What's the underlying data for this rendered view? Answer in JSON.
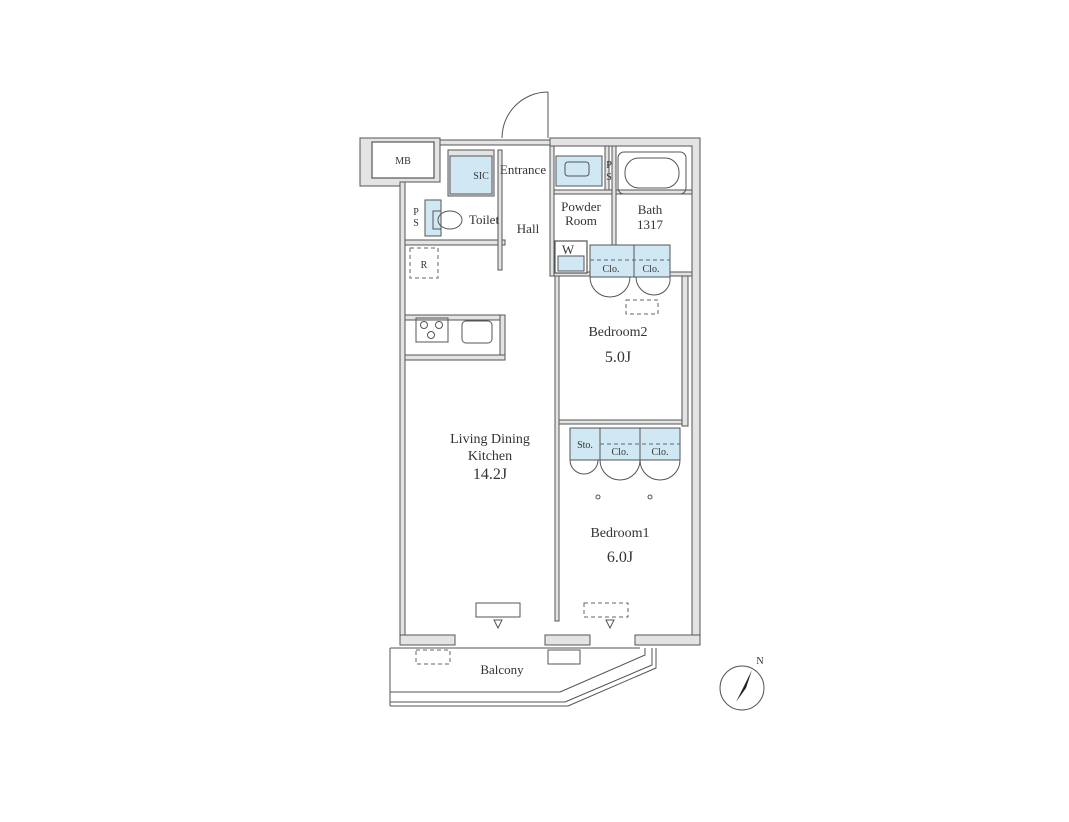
{
  "rooms": {
    "mb": "MB",
    "sic": "SIC",
    "entrance": "Entrance",
    "powder_room_1": "Powder",
    "powder_room_2": "Room",
    "bath": "Bath",
    "bath_size": "1317",
    "ps_left": "P\nS",
    "ps_right": "P\nS",
    "toilet": "Toilet",
    "hall": "Hall",
    "w": "W",
    "r": "R",
    "clo_1": "Clo.",
    "clo_2": "Clo.",
    "bedroom2": "Bedroom2",
    "bedroom2_size": "5.0J",
    "ldk_1": "Living Dining",
    "ldk_2": "Kitchen",
    "ldk_size": "14.2J",
    "sto": "Sto.",
    "clo_3": "Clo.",
    "clo_4": "Clo.",
    "bedroom1": "Bedroom1",
    "bedroom1_size": "6.0J",
    "balcony": "Balcony"
  },
  "compass": {
    "label": "N"
  },
  "colors": {
    "closet_fill": "#cfe8f3",
    "wall_fill": "#e4e4e4",
    "line": "#555555"
  }
}
